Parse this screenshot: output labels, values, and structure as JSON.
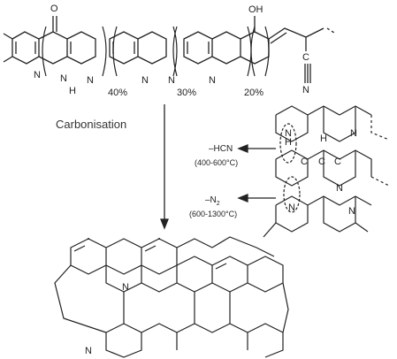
{
  "diagram": {
    "top_chain": {
      "substituent_top_left": "O",
      "substituent_top_right": "OH",
      "nitrogen_labels": [
        "N",
        "N",
        "N",
        "N",
        "N"
      ],
      "nh_n": "N",
      "nh_h": "H",
      "nitrile_c": "C",
      "nitrile_triple": "|||",
      "nitrile_n": "N",
      "fractions": [
        "40%",
        "30%",
        "20%"
      ]
    },
    "process_label": "Carbonisation",
    "right_structure": {
      "h_labels": [
        "H",
        "H"
      ],
      "n_labels": [
        "N",
        "N",
        "N",
        "N",
        "N"
      ],
      "c_labels": [
        "C",
        "C",
        "C"
      ],
      "loss_1": "–HCN",
      "loss_1_condition": "(400-600°C)",
      "loss_2_base": "–N",
      "loss_2_sub": "2",
      "loss_2_condition": "(600-1300°C)"
    },
    "bottom_structure": {
      "n_labels": [
        "N",
        "N"
      ]
    },
    "colors": {
      "ink": "#222222"
    }
  }
}
